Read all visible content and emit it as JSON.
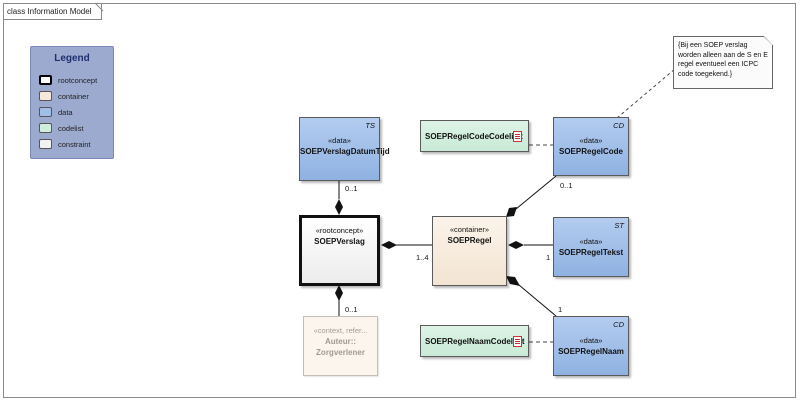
{
  "frame": {
    "title": "class Information Model"
  },
  "legend": {
    "title": "Legend",
    "items": [
      {
        "label": "rootconcept",
        "color": "#ffffff",
        "border": "#000000"
      },
      {
        "label": "container",
        "color": "#f6e9dc",
        "border": "#777777"
      },
      {
        "label": "data",
        "color": "#9fbfe8",
        "border": "#777777"
      },
      {
        "label": "codelist",
        "color": "#cfeedb",
        "border": "#777777"
      },
      {
        "label": "constraint",
        "color": "#f2f2f2",
        "border": "#777777"
      }
    ]
  },
  "classes": {
    "verslag_datum_tijd": {
      "stereotype": "«data»",
      "name": "SOEPVerslagDatumTijd",
      "tag": "TS"
    },
    "verslag": {
      "stereotype": "«rootconcept»",
      "name": "SOEPVerslag"
    },
    "zorgverlener": {
      "stereotype": "«context, refer...",
      "name_line1": "Auteur::",
      "name_line2": "Zorgverlener"
    },
    "regel": {
      "stereotype": "«container»",
      "name": "SOEPRegel"
    },
    "regel_code_codelijst": {
      "name": "SOEPRegelCodeCodelijst"
    },
    "regel_code": {
      "stereotype": "«data»",
      "name": "SOEPRegelCode",
      "tag": "CD"
    },
    "regel_tekst": {
      "stereotype": "«data»",
      "name": "SOEPRegelTekst",
      "tag": "ST"
    },
    "regel_naam_codelijst": {
      "name": "SOEPRegelNaamCodelijst"
    },
    "regel_naam": {
      "stereotype": "«data»",
      "name": "SOEPRegelNaam",
      "tag": "CD"
    }
  },
  "note": {
    "text": "{Bij een SOEP verslag worden alleen aan de S en E regel eventueel een ICPC code toegekend.}"
  },
  "multiplicities": {
    "datum_tijd": "0..1",
    "zorgverlener": "0..1",
    "regel": "1..4",
    "code": "0..1",
    "tekst": "1",
    "naam": "1"
  }
}
